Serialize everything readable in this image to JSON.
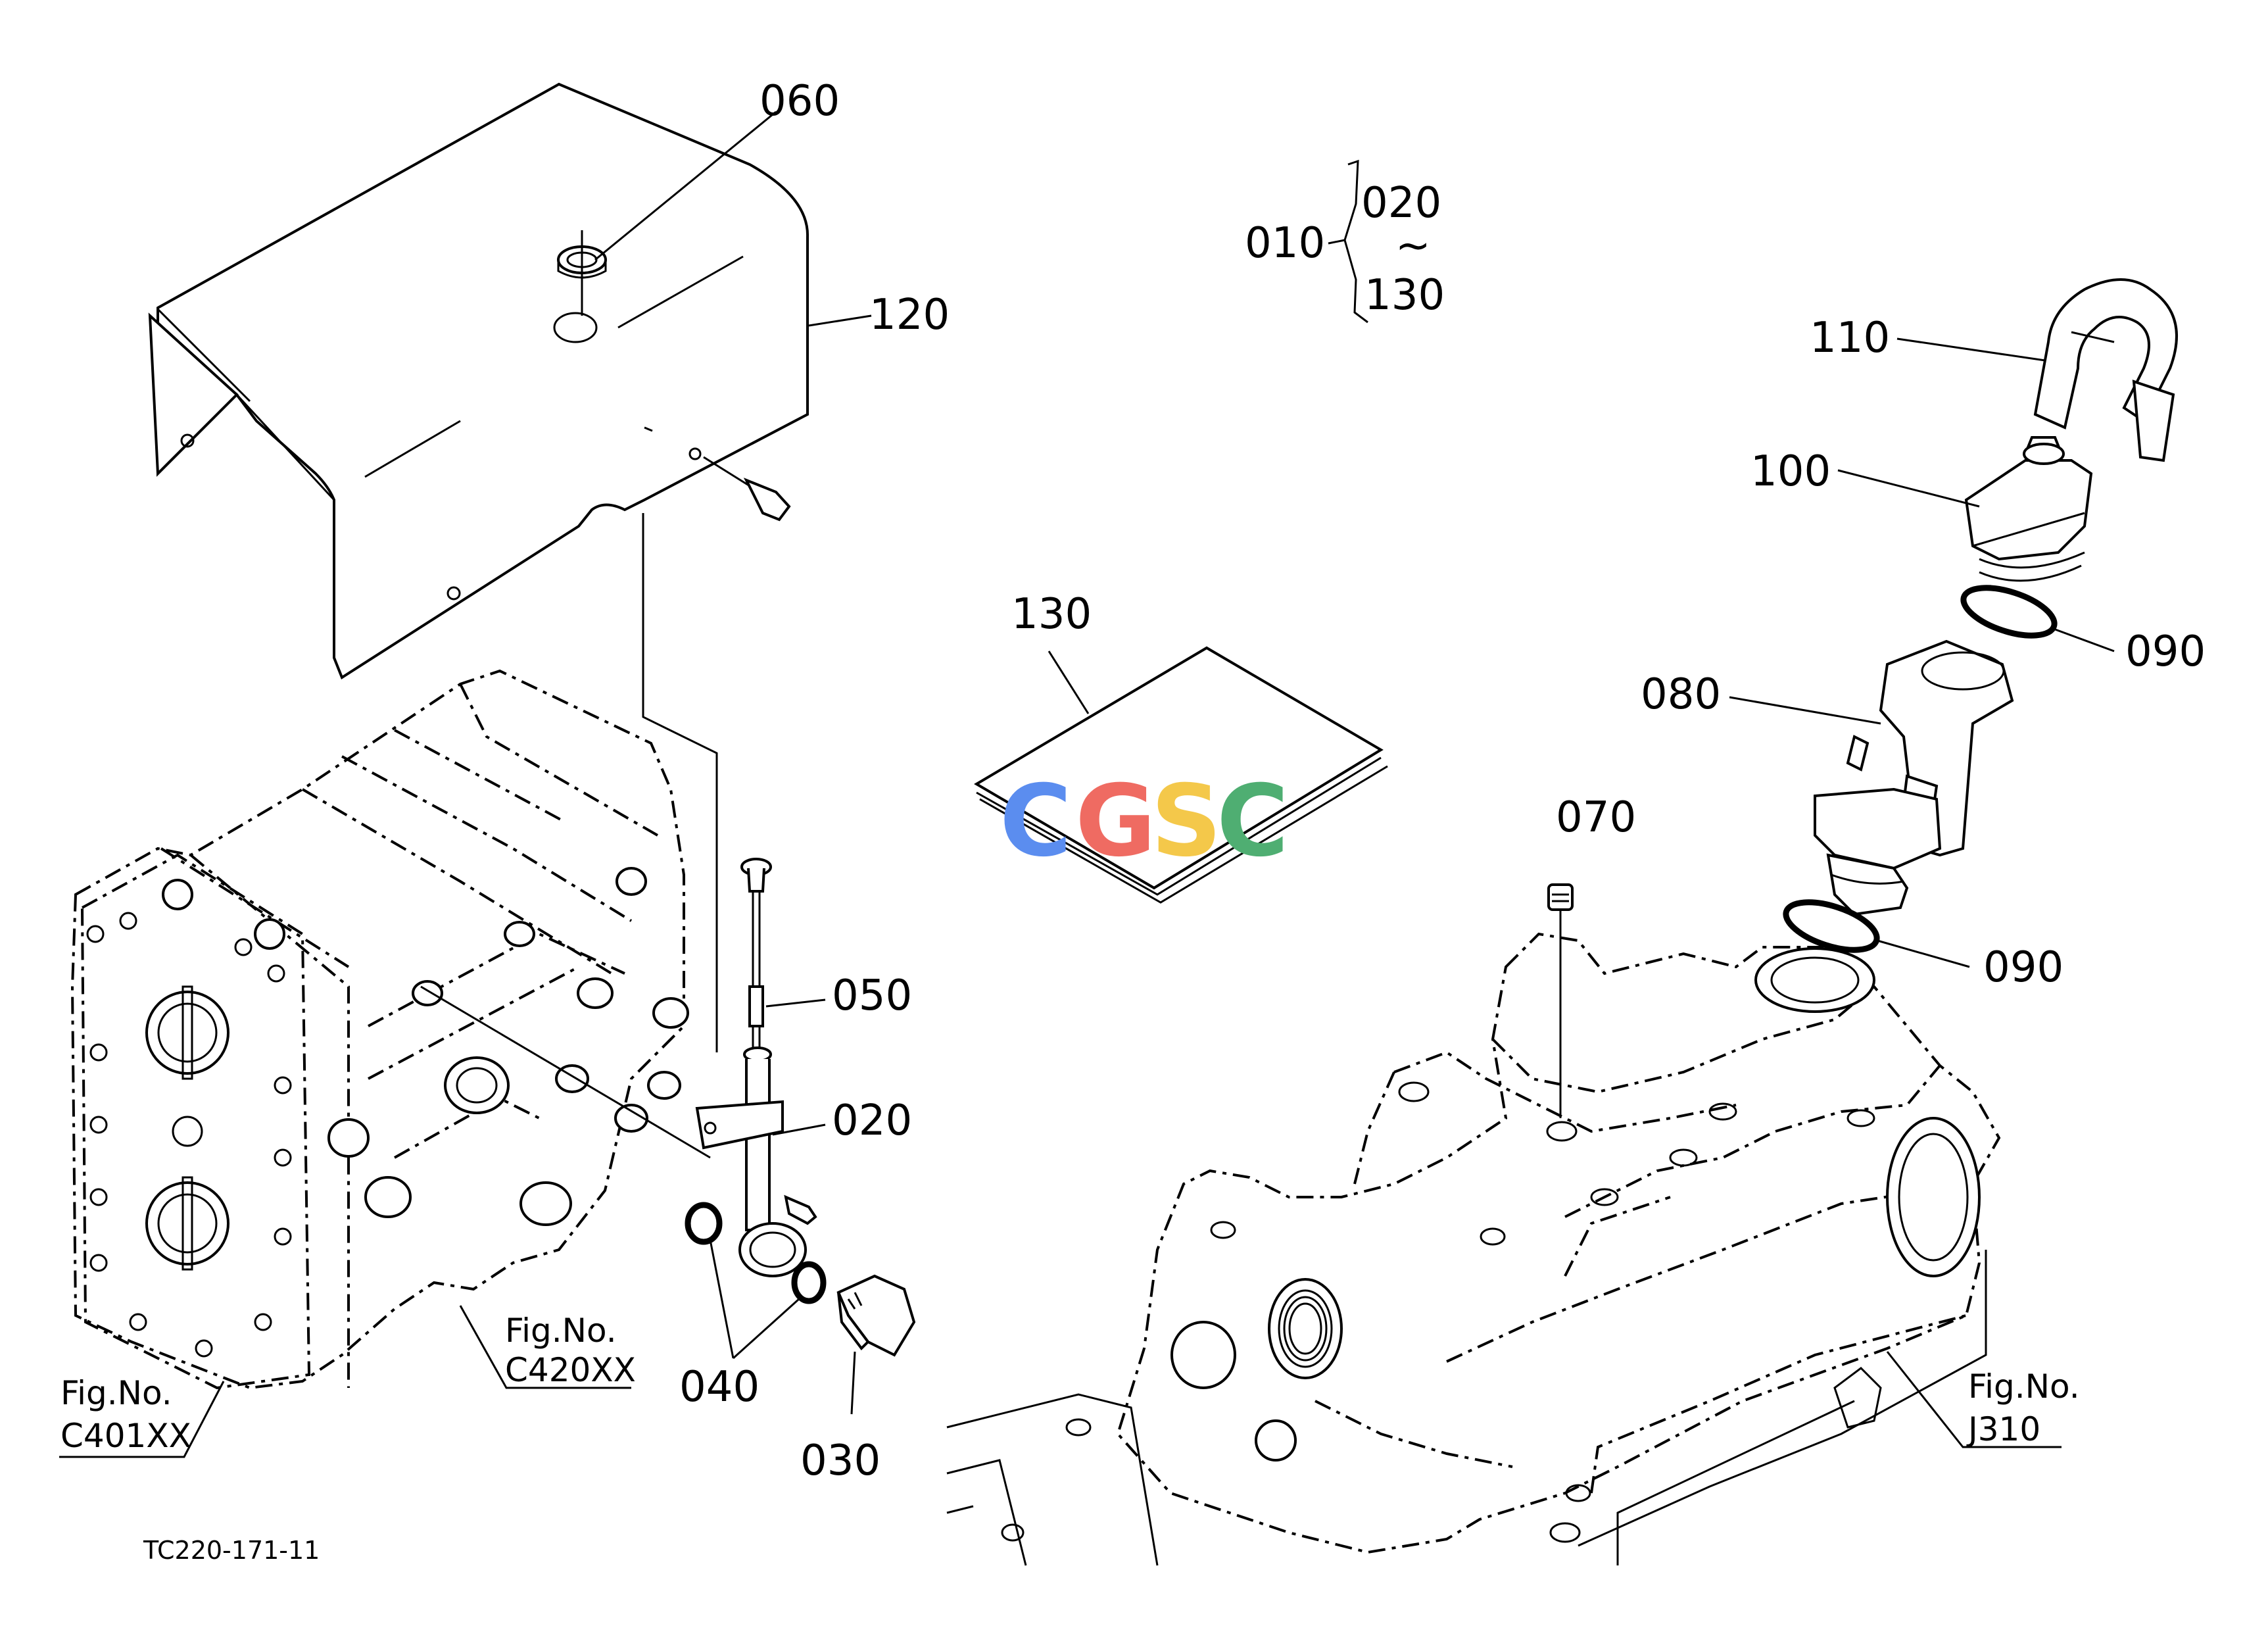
{
  "diagram_code": "TC220-171-11",
  "callouts": {
    "p010": "010",
    "p020_top": "020",
    "p130_top": "130",
    "tilde": "~",
    "p060": "060",
    "p120": "120",
    "p110": "110",
    "p100": "100",
    "p130": "130",
    "p090_upper": "090",
    "p080": "080",
    "p070": "070",
    "p050": "050",
    "p020": "020",
    "p090_lower": "090",
    "p040": "040",
    "p030": "030"
  },
  "figure_refs": {
    "c401": {
      "label": "Fig.No.",
      "number": "C401XX"
    },
    "c420": {
      "label": "Fig.No.",
      "number": "C420XX"
    },
    "j310": {
      "label": "Fig.No.",
      "number": "J310"
    }
  },
  "watermark": {
    "letters": [
      "C",
      "G",
      "S",
      "C"
    ],
    "colors": [
      "#5b8def",
      "#ef6b62",
      "#f4c84a",
      "#4fae72"
    ]
  }
}
